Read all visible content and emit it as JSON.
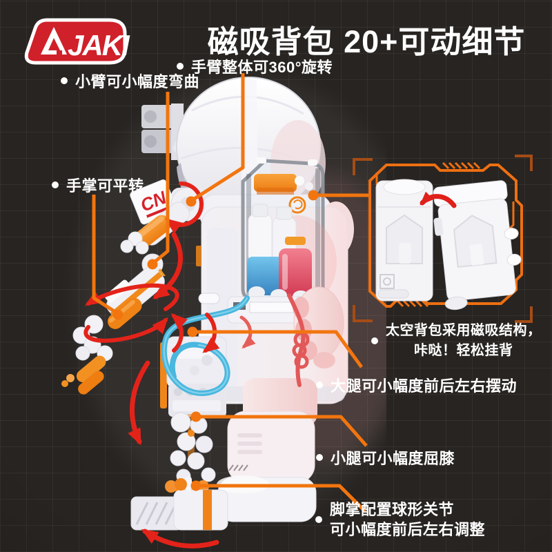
{
  "brand": {
    "name": "JAKI"
  },
  "header": {
    "title": "磁吸背包 20+可动细节"
  },
  "callouts": {
    "arm_rotate": {
      "label": "手臂整体可360°旋转"
    },
    "forearm_bend": {
      "label": "小臂可小幅度弯曲"
    },
    "palm_turn": {
      "label": "手掌可平转"
    },
    "thigh_swing": {
      "label": "大腿可小幅度前后左右摆动"
    },
    "calf_knee": {
      "label": "小腿可小幅度屈膝"
    },
    "foot_ball_joint": {
      "line1": "脚掌配置球形关节",
      "line2": "可小幅度前后左右调整"
    },
    "backpack": {
      "line1": "太空背包采用磁吸结构，",
      "line2": "咔哒！轻松挂背"
    }
  },
  "robot": {
    "flag_text": "CN"
  },
  "colors": {
    "background": "#272421",
    "accent_orange": "#F2750F",
    "arrow_red": "#E3231A",
    "logo_red": "#D0202A",
    "tube_blue": "#49B7DE",
    "robot_white": "#F2F1F5"
  }
}
